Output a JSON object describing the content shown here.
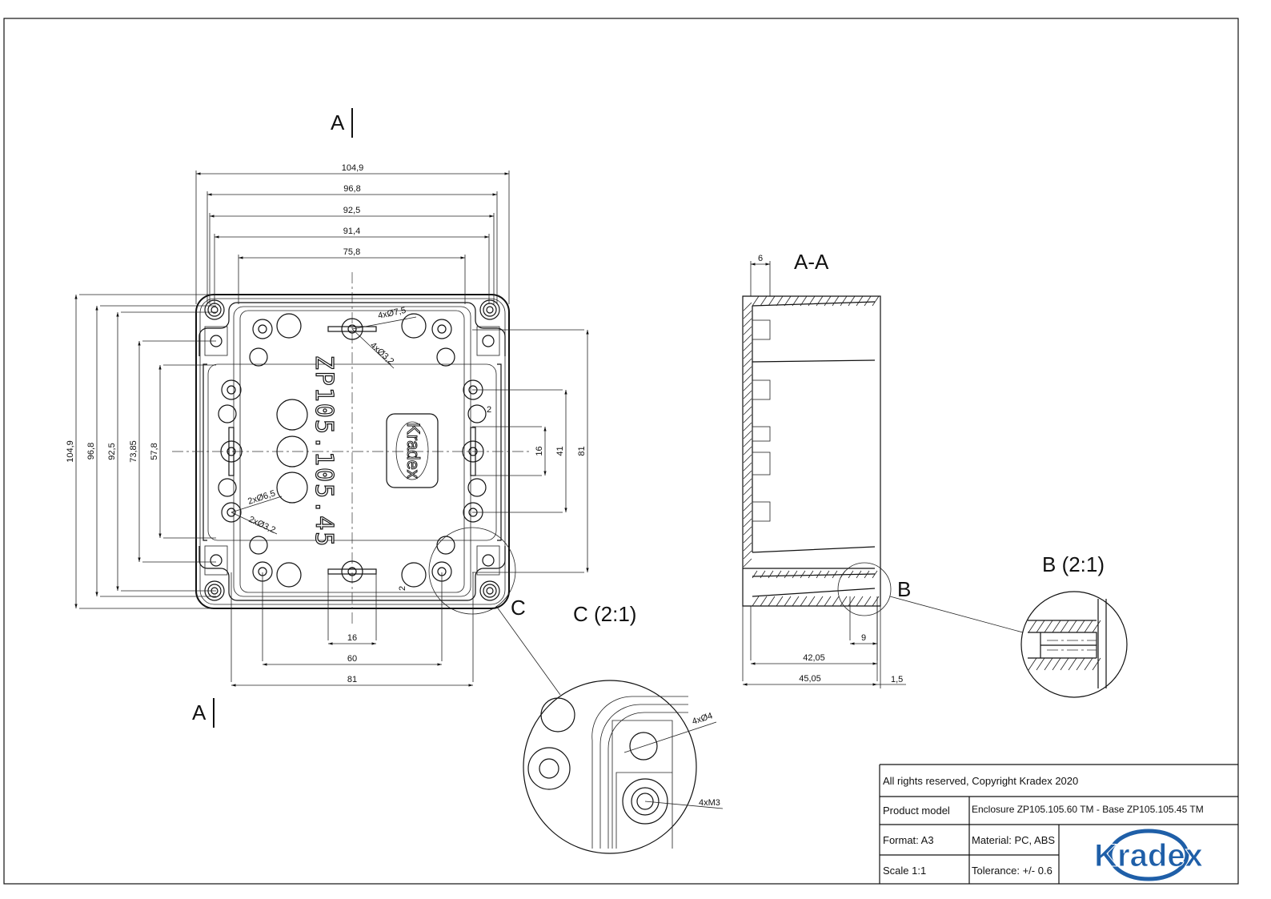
{
  "plan_view": {
    "part_marking": "ZP105.105.45",
    "logo_text": "Kradex",
    "section_marker_top": "A",
    "section_marker_bottom": "A",
    "detail_marker": "C",
    "dims_top": [
      "104,9",
      "96,8",
      "92,5",
      "91,4",
      "75,8"
    ],
    "dims_left": [
      "104,9",
      "96,8",
      "92,5",
      "73,85",
      "57,8"
    ],
    "dims_right": [
      "16",
      "41",
      "81"
    ],
    "dims_bottom": [
      "16",
      "60",
      "81"
    ],
    "callouts": {
      "hole_a": "4xØ7,5",
      "hole_b": "4xØ3,2",
      "hole_c": "2xØ6,5",
      "hole_d": "2xØ3,2",
      "gap_right": "2",
      "gap_bottom": "2"
    }
  },
  "section_view": {
    "title": "A-A",
    "detail_marker": "B",
    "dims": {
      "wall": "6",
      "inner": "42,05",
      "total": "45,05",
      "rim": "1,5",
      "boss": "9"
    }
  },
  "detail_b": {
    "title": "B (2:1)"
  },
  "detail_c": {
    "title": "C (2:1)",
    "callout_1": "4xØ4",
    "callout_2": "4xM3"
  },
  "title_block": {
    "copyright": "All rights reserved, Copyright Kradex 2020",
    "product_model_label": "Product model",
    "product_model_value": "Enclosure ZP105.105.60 TM - Base ZP105.105.45 TM",
    "format": "Format: A3",
    "material": "Material: PC, ABS",
    "scale": "Scale 1:1",
    "tolerance": "Tolerance: +/- 0.6",
    "logo": "Kradex"
  },
  "colors": {
    "logo_blue": "#1f5fa8",
    "line": "#111111"
  }
}
